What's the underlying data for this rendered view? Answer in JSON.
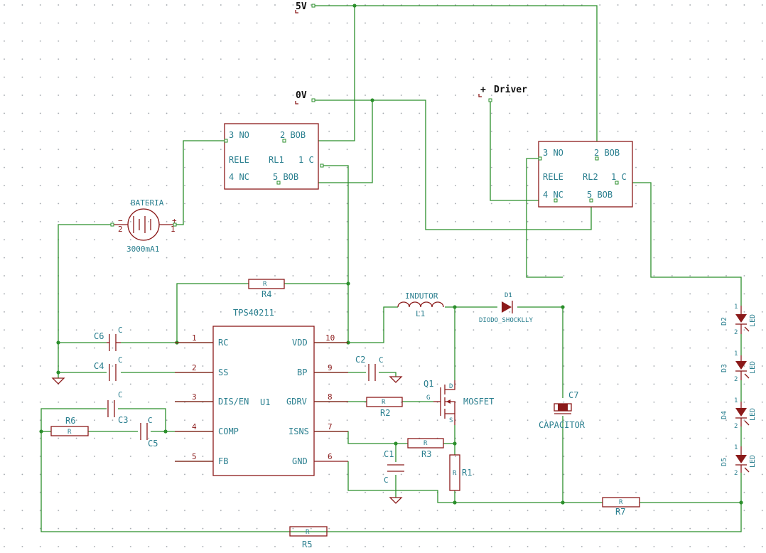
{
  "nets": {
    "v5": "5V",
    "gnd0": "0V",
    "driver": "Driver"
  },
  "ic": {
    "ref": "U1",
    "value": "TPS40211",
    "pins": [
      {
        "num": "1",
        "name": "RC"
      },
      {
        "num": "2",
        "name": "SS"
      },
      {
        "num": "3",
        "name": "DIS/EN"
      },
      {
        "num": "4",
        "name": "COMP"
      },
      {
        "num": "5",
        "name": "FB"
      },
      {
        "num": "10",
        "name": "VDD"
      },
      {
        "num": "9",
        "name": "BP"
      },
      {
        "num": "8",
        "name": "GDRV"
      },
      {
        "num": "7",
        "name": "ISNS"
      },
      {
        "num": "6",
        "name": "GND"
      }
    ]
  },
  "relay1": {
    "ref": "RL1",
    "type": "RELE",
    "no": "3 NO",
    "bob2": "2 BOB",
    "c": "1 C",
    "nc": "4 NC",
    "bob5": "5 BOB"
  },
  "relay2": {
    "ref": "RL2",
    "type": "RELE",
    "no": "3 NO",
    "bob2": "2 BOB",
    "c": "1 C",
    "nc": "4 NC",
    "bob5": "5 BOB"
  },
  "battery": {
    "name": "BATERIA",
    "value": "3000mA1",
    "minus": "−",
    "plus": "+",
    "pin_minus": "2",
    "pin_plus": "1"
  },
  "inductor": {
    "name": "INDUTOR",
    "ref": "L1"
  },
  "diode": {
    "ref": "D1",
    "value": "DIODO_SHOCKLLY"
  },
  "mosfet": {
    "ref": "Q1",
    "value": "MOSFET",
    "d": "D",
    "g": "G",
    "s": "S"
  },
  "capacitor_big": {
    "ref": "C7",
    "value": "CAPACITOR"
  },
  "resistors": [
    {
      "ref": "R4",
      "value": "R"
    },
    {
      "ref": "R2",
      "value": "R"
    },
    {
      "ref": "R3",
      "value": "R"
    },
    {
      "ref": "R1",
      "value": "R"
    },
    {
      "ref": "R6",
      "value": "R"
    },
    {
      "ref": "R7",
      "value": "R"
    },
    {
      "ref": "R5",
      "value": "R"
    }
  ],
  "capacitors": [
    {
      "ref": "C6",
      "value": "C"
    },
    {
      "ref": "C4",
      "value": "C"
    },
    {
      "ref": "C2",
      "value": "C"
    },
    {
      "ref": "C3",
      "value": "C"
    },
    {
      "ref": "C5",
      "value": "C"
    },
    {
      "ref": "C1",
      "value": "C"
    }
  ],
  "leds": [
    {
      "ref": "D2",
      "value": "LED",
      "k": "2",
      "a": "1"
    },
    {
      "ref": "D3",
      "value": "LED",
      "k": "2",
      "a": "1"
    },
    {
      "ref": "D4",
      "value": "LED",
      "k": "2",
      "a": "1"
    },
    {
      "ref": "D5",
      "value": "LED",
      "k": "2",
      "a": "1"
    }
  ]
}
